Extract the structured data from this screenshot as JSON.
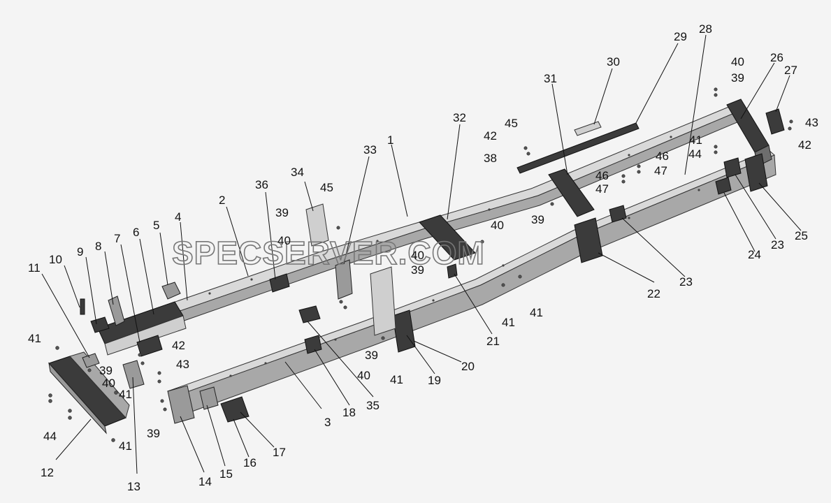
{
  "watermark": "SPECSERVER.COM",
  "callouts": [
    {
      "id": "c1",
      "text": "1"
    },
    {
      "id": "c2",
      "text": "2"
    },
    {
      "id": "c3",
      "text": "3"
    },
    {
      "id": "c4",
      "text": "4"
    },
    {
      "id": "c5",
      "text": "5"
    },
    {
      "id": "c6",
      "text": "6"
    },
    {
      "id": "c7",
      "text": "7"
    },
    {
      "id": "c8",
      "text": "8"
    },
    {
      "id": "c9",
      "text": "9"
    },
    {
      "id": "c10",
      "text": "10"
    },
    {
      "id": "c11",
      "text": "11"
    },
    {
      "id": "c12",
      "text": "12"
    },
    {
      "id": "c13",
      "text": "13"
    },
    {
      "id": "c14",
      "text": "14"
    },
    {
      "id": "c15",
      "text": "15"
    },
    {
      "id": "c16",
      "text": "16"
    },
    {
      "id": "c17",
      "text": "17"
    },
    {
      "id": "c18",
      "text": "18"
    },
    {
      "id": "c19",
      "text": "19"
    },
    {
      "id": "c20",
      "text": "20"
    },
    {
      "id": "c21",
      "text": "21"
    },
    {
      "id": "c22",
      "text": "22"
    },
    {
      "id": "c23a",
      "text": "23"
    },
    {
      "id": "c23b",
      "text": "23"
    },
    {
      "id": "c24",
      "text": "24"
    },
    {
      "id": "c25",
      "text": "25"
    },
    {
      "id": "c26",
      "text": "26"
    },
    {
      "id": "c27",
      "text": "27"
    },
    {
      "id": "c28",
      "text": "28"
    },
    {
      "id": "c29",
      "text": "29"
    },
    {
      "id": "c30",
      "text": "30"
    },
    {
      "id": "c31",
      "text": "31"
    },
    {
      "id": "c32",
      "text": "32"
    },
    {
      "id": "c33",
      "text": "33"
    },
    {
      "id": "c34",
      "text": "34"
    },
    {
      "id": "c35",
      "text": "35"
    },
    {
      "id": "c36",
      "text": "36"
    },
    {
      "id": "c38",
      "text": "38"
    },
    {
      "id": "c39a",
      "text": "39"
    },
    {
      "id": "c39b",
      "text": "39"
    },
    {
      "id": "c39c",
      "text": "39"
    },
    {
      "id": "c39d",
      "text": "39"
    },
    {
      "id": "c39e",
      "text": "39"
    },
    {
      "id": "c39f",
      "text": "39"
    },
    {
      "id": "c40a",
      "text": "40"
    },
    {
      "id": "c40b",
      "text": "40"
    },
    {
      "id": "c40c",
      "text": "40"
    },
    {
      "id": "c40d",
      "text": "40"
    },
    {
      "id": "c40e",
      "text": "40"
    },
    {
      "id": "c40f",
      "text": "40"
    },
    {
      "id": "c41a",
      "text": "41"
    },
    {
      "id": "c41b",
      "text": "41"
    },
    {
      "id": "c41c",
      "text": "41"
    },
    {
      "id": "c41d",
      "text": "41"
    },
    {
      "id": "c41e",
      "text": "41"
    },
    {
      "id": "c41f",
      "text": "41"
    },
    {
      "id": "c41g",
      "text": "41"
    },
    {
      "id": "c42a",
      "text": "42"
    },
    {
      "id": "c42b",
      "text": "42"
    },
    {
      "id": "c42c",
      "text": "42"
    },
    {
      "id": "c43a",
      "text": "43"
    },
    {
      "id": "c43b",
      "text": "43"
    },
    {
      "id": "c44a",
      "text": "44"
    },
    {
      "id": "c44b",
      "text": "44"
    },
    {
      "id": "c45a",
      "text": "45"
    },
    {
      "id": "c45b",
      "text": "45"
    },
    {
      "id": "c46a",
      "text": "46"
    },
    {
      "id": "c46b",
      "text": "46"
    },
    {
      "id": "c47a",
      "text": "47"
    },
    {
      "id": "c47b",
      "text": "47"
    }
  ]
}
